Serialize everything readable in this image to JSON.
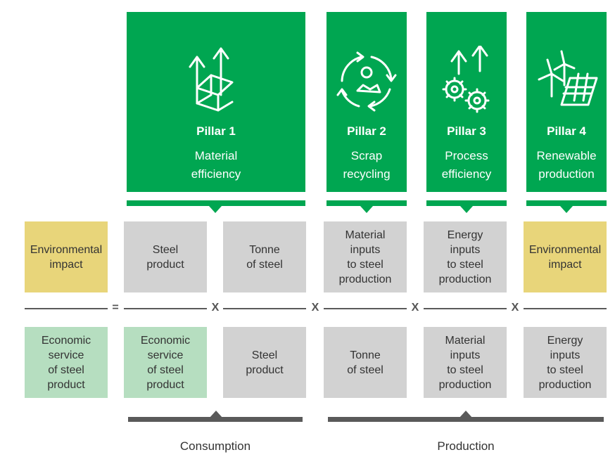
{
  "pillars": [
    {
      "title": "Pillar 1",
      "desc": "Material\nefficiency",
      "icon": "upward-arrows-steel-beam-icon"
    },
    {
      "title": "Pillar 2",
      "desc": "Scrap\nrecycling",
      "icon": "recycling-loop-icon"
    },
    {
      "title": "Pillar 3",
      "desc": "Process\nefficiency",
      "icon": "gears-arrows-icon"
    },
    {
      "title": "Pillar 4",
      "desc": "Renewable\nproduction",
      "icon": "wind-turbine-solar-panel-icon"
    }
  ],
  "numerators": [
    "Environmental\nimpact",
    "Steel\nproduct",
    "Tonne\nof steel",
    "Material\ninputs\nto steel\nproduction",
    "Energy\ninputs\nto steel\nproduction",
    "Environmental\nimpact"
  ],
  "denominators": [
    "Economic\nservice\nof steel\nproduct",
    "Economic\nservice\nof steel\nproduct",
    "Steel\nproduct",
    "Tonne\nof steel",
    "Material\ninputs\nto steel\nproduction",
    "Energy\ninputs\nto steel\nproduction"
  ],
  "operators": [
    "=",
    "X",
    "X",
    "X",
    "X"
  ],
  "groups": {
    "consumption": "Consumption",
    "production": "Production"
  },
  "colors": {
    "pillar_green": "#00a651",
    "gray": "#d2d2d2",
    "yellow": "#e8d57a",
    "light_green": "#b6dec0",
    "line": "#5a5a5a"
  }
}
